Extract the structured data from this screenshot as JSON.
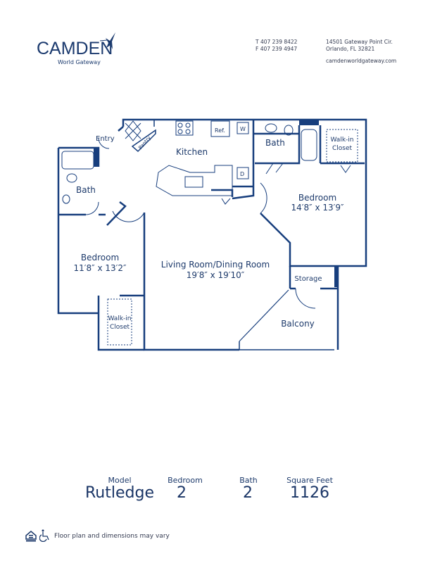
{
  "brand": {
    "name": "Camden",
    "subtitle": "World Gateway"
  },
  "contact": {
    "phone": "T 407 239 8422",
    "fax": "F 407 239 4947",
    "address_line1": "14501 Gateway Point Cir.",
    "address_line2": "Orlando, FL 32821",
    "website": "camdenworldgateway.com"
  },
  "rooms": {
    "entry": "Entry",
    "pantry": "Pantry",
    "kitchen": "Kitchen",
    "ref": "Ref.",
    "washer": "W",
    "dryer": "D",
    "bath_right": "Bath",
    "walkin_right_1": "Walk-in",
    "walkin_right_2": "Closet",
    "bath_left": "Bath",
    "bedroom_right": "Bedroom",
    "bedroom_right_dim": "14′8″ x 13′9″",
    "bedroom_left": "Bedroom",
    "bedroom_left_dim": "11′8″ x 13′2″",
    "living": "Living Room/Dining Room",
    "living_dim": "19′8″ x 19′10″",
    "storage": "Storage",
    "balcony": "Balcony",
    "walkin_left_1": "Walk-in",
    "walkin_left_2": "Closet"
  },
  "specs": {
    "model_label": "Model",
    "model": "Rutledge",
    "bedroom_label": "Bedroom",
    "bedrooms": "2",
    "bath_label": "Bath",
    "baths": "2",
    "sqft_label": "Square Feet",
    "sqft": "1126"
  },
  "footer": {
    "disclaimer": "Floor plan and dimensions may vary",
    "icons": [
      "equal-housing-icon",
      "wheelchair-accessible-icon"
    ]
  },
  "colors": {
    "wall": "#173e7d",
    "text": "#1d3a6b"
  }
}
